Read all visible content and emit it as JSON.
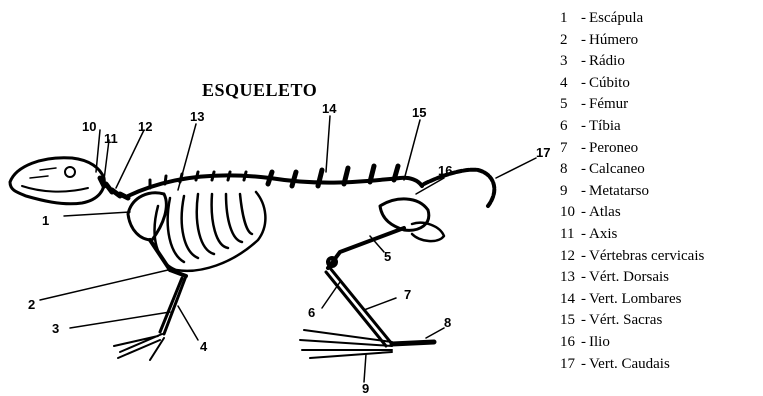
{
  "diagram": {
    "title": "ESQUELETO",
    "callouts": [
      "1",
      "2",
      "3",
      "4",
      "5",
      "6",
      "7",
      "8",
      "9",
      "10",
      "11",
      "12",
      "13",
      "14",
      "15",
      "16",
      "17"
    ]
  },
  "legend": [
    {
      "num": "1",
      "label": "Escápula"
    },
    {
      "num": "2",
      "label": "Húmero"
    },
    {
      "num": "3",
      "label": "Rádio"
    },
    {
      "num": "4",
      "label": "Cúbito"
    },
    {
      "num": "5",
      "label": "Fémur"
    },
    {
      "num": "6",
      "label": "Tíbia"
    },
    {
      "num": "7",
      "label": "Peroneo"
    },
    {
      "num": "8",
      "label": "Calcaneo"
    },
    {
      "num": "9",
      "label": "Metatarso"
    },
    {
      "num": "10",
      "label": "Atlas"
    },
    {
      "num": "11",
      "label": "Axis"
    },
    {
      "num": "12",
      "label": "Vértebras cervicais"
    },
    {
      "num": "13",
      "label": "Vért. Dorsais"
    },
    {
      "num": "14",
      "label": "Vert. Lombares"
    },
    {
      "num": "15",
      "label": "Vért. Sacras"
    },
    {
      "num": "16",
      "label": "Ilio"
    },
    {
      "num": "17",
      "label": "Vert. Caudais"
    }
  ]
}
